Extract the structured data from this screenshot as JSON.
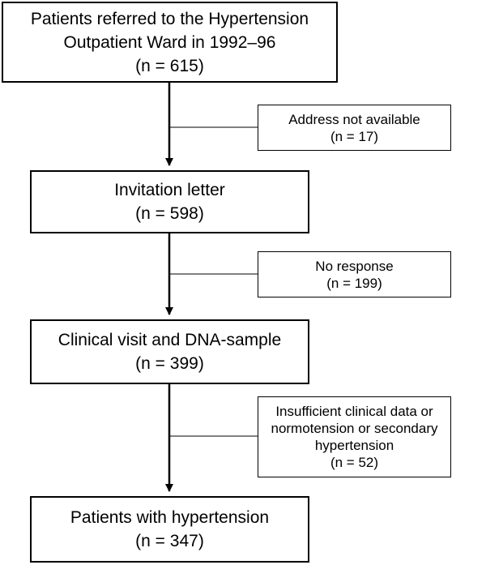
{
  "main_boxes": [
    {
      "id": "referred",
      "lines": [
        "Patients referred to the Hypertension",
        "Outpatient Ward in 1992–96",
        "(n = 615)"
      ]
    },
    {
      "id": "invitation",
      "lines": [
        "Invitation letter",
        "(n = 598)"
      ]
    },
    {
      "id": "visit",
      "lines": [
        "Clinical visit and DNA-sample",
        "(n = 399)"
      ]
    },
    {
      "id": "final",
      "lines": [
        "Patients with hypertension",
        "(n = 347)"
      ]
    }
  ],
  "exclusion_boxes": [
    {
      "id": "address",
      "lines": [
        "Address not available",
        "(n = 17)"
      ]
    },
    {
      "id": "noresponse",
      "lines": [
        "No response",
        "(n = 199)"
      ]
    },
    {
      "id": "insufficient",
      "lines": [
        "Insufficient clinical data or",
        "normotension or secondary",
        "hypertension",
        "(n = 52)"
      ]
    }
  ]
}
